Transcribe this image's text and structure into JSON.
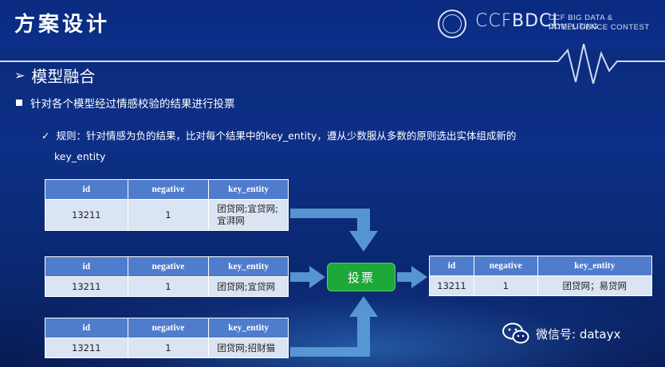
{
  "slide": {
    "title": "方案设计",
    "section": "模型融合",
    "section_arrow": "➢",
    "bullet": "针对各个模型经过情感校验的结果进行投票",
    "rule_check": "✓",
    "rule_text": "规则：针对情感为负的结果，比对每个结果中的key_entity，遵从少数服从多数的原则选出实体组成新的",
    "rule_text_cont": "key_entity"
  },
  "logo": {
    "ccf": "CCF",
    "bdci": "BDCI",
    "line1": "CCF BIG DATA & COMPUTING",
    "line2": "INTELLIGENCE CONTEST"
  },
  "tables": {
    "headers": [
      "id",
      "negative",
      "key_entity"
    ],
    "input1": {
      "id": "13211",
      "negative": "1",
      "key_entity_line1": "团贷网;宜贷网;",
      "key_entity_line2": "宜湃网"
    },
    "input2": {
      "id": "13211",
      "negative": "1",
      "key_entity": "团贷网;宜贷网"
    },
    "input3": {
      "id": "13211",
      "negative": "1",
      "key_entity": "团贷网;招财猫"
    },
    "output": {
      "id": "13211",
      "negative": "1",
      "key_entity": "团贷网；易贷网"
    }
  },
  "vote_button": {
    "label": "投票"
  },
  "watermark": {
    "text": "微信号: datayx"
  },
  "colors": {
    "header_blue": "#4f7ccc",
    "cell_bg": "#dbe4f3",
    "arrow": "#5b9bd5",
    "button_green": "#1fa83a"
  }
}
